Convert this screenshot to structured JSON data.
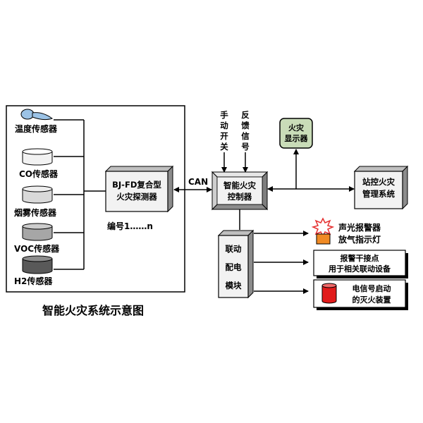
{
  "sensors": [
    {
      "label": "温度传感器",
      "icon": "thermometer-icon"
    },
    {
      "label": "CO传感器",
      "icon": "cylinder-icon"
    },
    {
      "label": "烟雾传感器",
      "icon": "cylinder-icon"
    },
    {
      "label": "VOC传感器",
      "icon": "cylinder-icon"
    },
    {
      "label": "H2传感器",
      "icon": "cylinder-icon"
    }
  ],
  "detector": {
    "line1": "BJ-FD复合型",
    "line2": "火灾探测器"
  },
  "numbering": "编号1……n",
  "can_label": "CAN",
  "controller": {
    "line1": "智能火灾",
    "line2": "控制器"
  },
  "manual_switch": [
    "手",
    "动",
    "开",
    "关"
  ],
  "feedback_signal": [
    "反",
    "馈",
    "信",
    "号"
  ],
  "fire_display": {
    "line1": "火灾",
    "line2": "显示器"
  },
  "station": {
    "line1": "站控火灾",
    "line2": "管理系统"
  },
  "linkage_module": [
    "联动",
    "配电",
    "模块"
  ],
  "alarm_label": "声光报警器",
  "discharge_label": "放气指示灯",
  "dry_contact": {
    "line1": "报警干接点",
    "line2": "用于相关联动设备"
  },
  "extinguisher": {
    "line1": "电信号启动",
    "line2": "的灭火装置"
  },
  "caption": "智能火灾系统示意图",
  "colors": {
    "display_fill": "#c9dcb8",
    "extinguisher_red": "#e11b1b",
    "discharge_orange": "#f08a24",
    "alarm_red": "#e53030",
    "box_gray": "#d9d9d9",
    "thermo_blue": "#9cc3e6"
  }
}
